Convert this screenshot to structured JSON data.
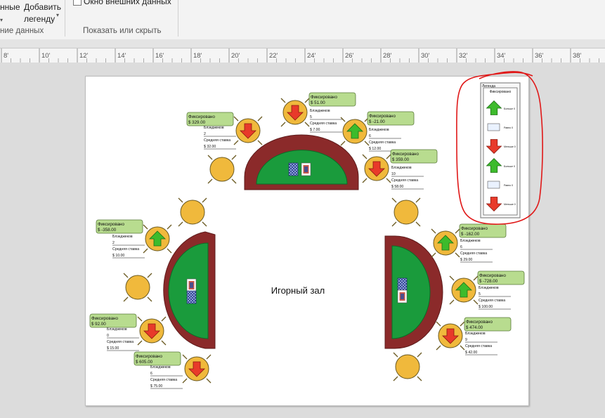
{
  "ribbon": {
    "partial_label_left": "нные",
    "add_legend_line1": "Добавить",
    "add_legend_line2": "легенду",
    "checkbox_label": "Окно внешних данных",
    "group_left": "ние данных",
    "group_show_hide": "Показать или скрыть"
  },
  "ruler": {
    "ticks": [
      "8'",
      "10'",
      "12'",
      "14'",
      "16'",
      "18'",
      "20'",
      "22'",
      "24'",
      "26'",
      "28'",
      "30'",
      "32'",
      "34'",
      "36'",
      "38'"
    ]
  },
  "room_title": "Игорный зал",
  "legend": {
    "title": "Легенда",
    "subtitle": "Фиксировано",
    "items": [
      {
        "type": "up",
        "label": "Больше 0"
      },
      {
        "type": "flat",
        "label": "Равно 0"
      },
      {
        "type": "down",
        "label": "Меньше 0"
      },
      {
        "type": "up",
        "label": "Больше 0"
      },
      {
        "type": "flat",
        "label": "Равно 0"
      },
      {
        "type": "down",
        "label": "Меньше 0"
      }
    ]
  },
  "field_labels": {
    "fixed": "Фиксировано",
    "blackjack": "Блэкджеков",
    "avg_bet": "Средняя ставка"
  },
  "seats": [
    {
      "id": "s1",
      "amount": "$ 329.00",
      "blackjacks": "2",
      "avg_bet": "$ 32.00",
      "arrow": "down"
    },
    {
      "id": "s2",
      "amount": "$ 51.00",
      "blackjacks": "5",
      "avg_bet": "$ 7.00",
      "arrow": "down"
    },
    {
      "id": "s3",
      "amount": "$ -21.00",
      "blackjacks": "6",
      "avg_bet": "$ 12.00",
      "arrow": "up"
    },
    {
      "id": "s4",
      "amount": "$ 359.00",
      "blackjacks": "10",
      "avg_bet": "$ 58.00",
      "arrow": "down"
    },
    {
      "id": "s5",
      "amount": "$ -358.00",
      "blackjacks": "2",
      "avg_bet": "$ 10.00",
      "arrow": "up"
    },
    {
      "id": "s6",
      "amount": "$ 92.00",
      "blackjacks": "0",
      "avg_bet": "$ 15.00",
      "arrow": "down"
    },
    {
      "id": "s7",
      "amount": "$ 605.00",
      "blackjacks": "6",
      "avg_bet": "$ 75.00",
      "arrow": "down"
    },
    {
      "id": "s8",
      "amount": "$ -162.00",
      "blackjacks": "6",
      "avg_bet": "$ 29.00",
      "arrow": "up"
    },
    {
      "id": "s9",
      "amount": "$ -728.00",
      "blackjacks": "5",
      "avg_bet": "$ 100.00",
      "arrow": "up"
    },
    {
      "id": "s10",
      "amount": "$ 474.00",
      "blackjacks": "9",
      "avg_bet": "$ 42.00",
      "arrow": "down"
    }
  ],
  "colors": {
    "felt": "#1a9b3c",
    "table_rim": "#8b2a2a",
    "chair": "#f0b93c",
    "arrow_up": "#3dbb2c",
    "arrow_down": "#e83a2a",
    "callout": "#b8dc8f",
    "highlight": "#e01818"
  }
}
